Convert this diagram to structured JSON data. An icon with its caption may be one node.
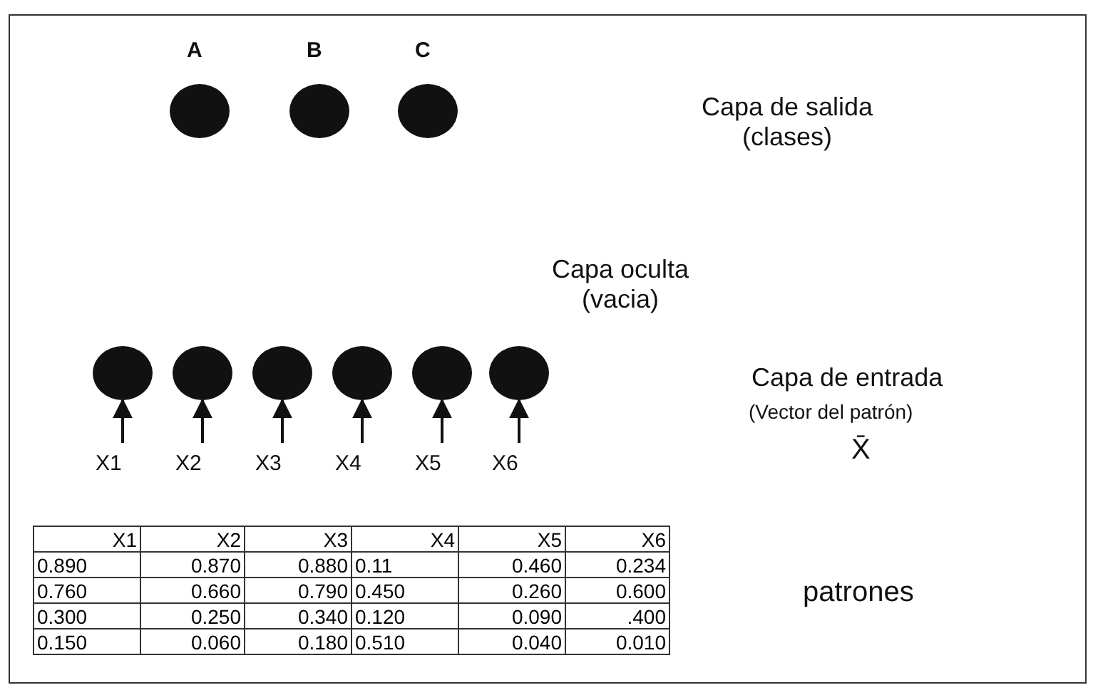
{
  "diagram": {
    "nodes": [
      {
        "text": [
          "A"
        ]
      },
      {
        "text": [
          "B"
        ]
      },
      {
        "text": [
          "C"
        ]
      },
      {
        "text": [],
        "shape": "circle"
      },
      {
        "text": [],
        "shape": "circle"
      },
      {
        "text": [],
        "shape": "circle"
      },
      {
        "text": [],
        "shape": "circle"
      },
      {
        "text": [],
        "shape": "circle"
      },
      {
        "text": [],
        "shape": "circle"
      },
      {
        "text": [
          "X1"
        ]
      },
      {
        "text": [
          "X2"
        ]
      },
      {
        "text": [
          "X3"
        ]
      },
      {
        "text": [
          "X4"
        ]
      },
      {
        "text": [
          "X5"
        ]
      },
      {
        "text": [
          "X6"
        ]
      }
    ],
    "edges": [
      {
        "from": 9,
        "to": 3,
        "arrow": "to"
      },
      {
        "from": 10,
        "to": 4,
        "arrow": "to"
      },
      {
        "from": 11,
        "to": 5,
        "arrow": "to"
      },
      {
        "from": 12,
        "to": 6,
        "arrow": "to"
      },
      {
        "from": 13,
        "to": 7,
        "arrow": "to"
      },
      {
        "from": 14,
        "to": 8,
        "arrow": "to"
      }
    ],
    "labels": [
      "Capa de salida (clases)",
      "Capa oculta (vacia)",
      "Capa de entrada",
      "(Vector del patrón)",
      "X̄",
      "X1",
      "X2",
      "X3",
      "X4",
      "X5",
      "X6",
      "0.890",
      "0.870",
      "0.880",
      "0.11",
      "0.460",
      "0.234",
      "0.760",
      "0.660",
      "0.790",
      "0.450",
      "0.260",
      "0.600",
      "0.300",
      "0.250",
      "0.340",
      "0.120",
      "0.090",
      ".400",
      "0.150",
      "0.060",
      "0.180",
      "0.510",
      "0.040",
      "0.010",
      "patrones"
    ]
  }
}
